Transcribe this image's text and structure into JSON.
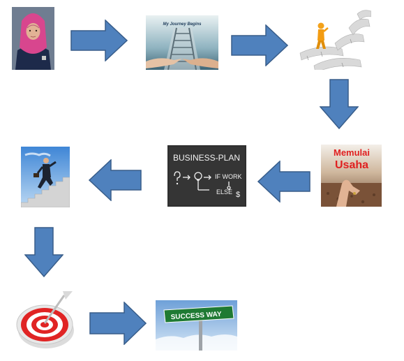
{
  "flow": {
    "nodes": [
      {
        "name": "person-photo"
      },
      {
        "name": "handshake-ladder-picture",
        "caption": "My Journey Begins"
      },
      {
        "name": "spiral-staircase-figure-picture"
      },
      {
        "name": "memulai-usaha-picture",
        "line1": "Memulai",
        "line2": "Usaha"
      },
      {
        "name": "business-plan-chalkboard",
        "title": "BUSINESS-PLAN",
        "if_text": "IF WORK",
        "else_text": "ELSE"
      },
      {
        "name": "businessman-climbing-stairs-picture"
      },
      {
        "name": "target-dartboard-picture"
      },
      {
        "name": "success-way-sign-picture",
        "sign_text": "SUCCESS WAY"
      }
    ],
    "arrow_color": "#4f81bd",
    "arrow_stroke": "#385d8a"
  }
}
